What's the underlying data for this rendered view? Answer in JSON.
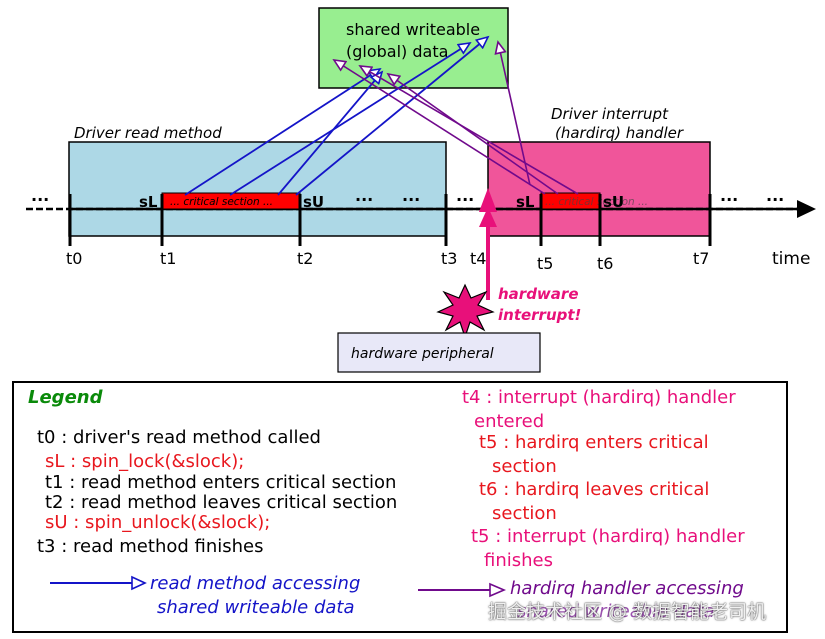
{
  "diagram": {
    "shared_data_label_line1": "shared writeable",
    "shared_data_label_line2": "(global) data",
    "read_method_label": "Driver read method",
    "irq_handler_label_line1": "Driver interrupt",
    "irq_handler_label_line2": "(hardirq) handler",
    "critical_section_label": "... critical section ...",
    "irq_critical_label": "... critical section ...",
    "sL": "sL",
    "sU": "sU",
    "ellipsis": "...",
    "time_label": "time",
    "ticks": [
      "t0",
      "t1",
      "t2",
      "t3",
      "t4",
      "t5",
      "t6",
      "t7"
    ],
    "hw_interrupt_line1": "hardware",
    "hw_interrupt_line2": "interrupt!",
    "hw_peripheral": "hardware peripheral",
    "colors": {
      "read_box": "#add8e6",
      "irq_box": "#f0559a",
      "shared_box": "#98ee90",
      "critical": "#ff0000",
      "blue_arrow": "#1414c8",
      "purple_arrow": "#700a8c",
      "interrupt": "#e8107a"
    }
  },
  "legend": {
    "title": "Legend",
    "left": {
      "t0": "t0 : driver's read method called",
      "sL": "sL : spin_lock(&slock);",
      "t1": "t1 : read method enters critical section",
      "t2": "t2 : read method leaves critical section",
      "sU": "sU : spin_unlock(&slock);",
      "t3": "t3 : read method finishes",
      "blue_line1": "read method accessing",
      "blue_line2": "shared writeable data"
    },
    "right": {
      "t4_line1": "t4 : interrupt (hardirq) handler",
      "t4_line2": "entered",
      "t5_line1": "t5 : hardirq enters critical",
      "t5_line2": "section",
      "t6_line1": "t6 : hardirq leaves critical",
      "t6_line2": "section",
      "t5b_line1": "t5 : interrupt (hardirq) handler",
      "t5b_line2": "finishes",
      "purple_line1": "hardirq handler accessing",
      "purple_line2": "shared writeable data"
    }
  },
  "watermark": "掘金技术社区 @ 数据智能老司机"
}
